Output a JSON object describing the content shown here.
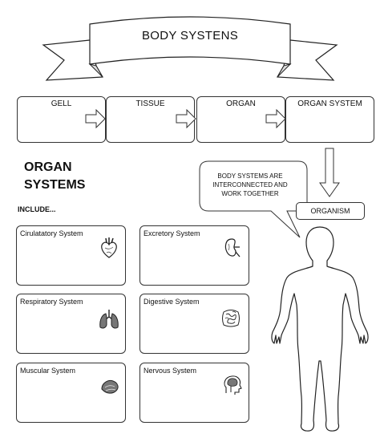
{
  "banner": {
    "title": "BODY SYSTENS"
  },
  "stages": [
    {
      "label": "GELL"
    },
    {
      "label": "TISSUE"
    },
    {
      "label": "ORGAN"
    },
    {
      "label": "ORGAN SYSTEM"
    }
  ],
  "organ_systems": {
    "title_line1": "ORGAN",
    "title_line2": "SYSTEMS",
    "include_label": "INCLUDE...",
    "cards": [
      {
        "label": "Cirulatatory System",
        "icon": "heart-icon"
      },
      {
        "label": "Excretory System",
        "icon": "kidney-icon"
      },
      {
        "label": "Respiratory System",
        "icon": "lungs-icon"
      },
      {
        "label": "Digestive System",
        "icon": "intestine-icon"
      },
      {
        "label": "Muscular System",
        "icon": "muscle-icon"
      },
      {
        "label": "Nervous System",
        "icon": "brain-icon"
      }
    ]
  },
  "speech_bubble": {
    "line1": "BODY SYSTEMS ARE",
    "line2": "INTERCONNECTED AND",
    "line3": "WORK TOGETHER"
  },
  "organism": {
    "label": "ORGANISM"
  }
}
